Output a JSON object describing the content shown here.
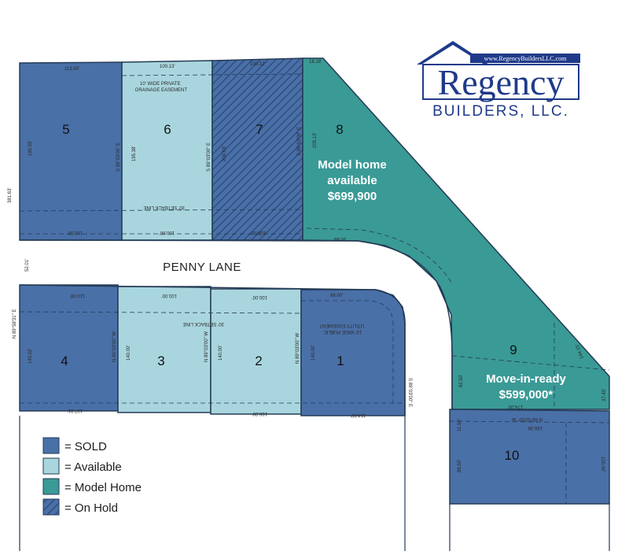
{
  "colors": {
    "sold": "#4a70a8",
    "available": "#a9d6de",
    "model_home": "#3a9a96",
    "on_hold": "#4a70a8",
    "line": "#243b55",
    "street": "#ffffff",
    "logo_blue": "#1f3a8a"
  },
  "logo": {
    "url": "www.RegencyBuildersLLC.com",
    "name": "Regency",
    "subtitle": "BUILDERS, LLC.",
    "icon": "house-roof-icon"
  },
  "street": {
    "name": "PENNY LANE"
  },
  "lots": [
    {
      "id": "5",
      "label": "5",
      "status": "sold"
    },
    {
      "id": "6",
      "label": "6",
      "status": "available"
    },
    {
      "id": "7",
      "label": "7",
      "status": "on_hold"
    },
    {
      "id": "8",
      "label": "8",
      "status": "model_home"
    },
    {
      "id": "4",
      "label": "4",
      "status": "sold"
    },
    {
      "id": "3",
      "label": "3",
      "status": "available"
    },
    {
      "id": "2",
      "label": "2",
      "status": "available"
    },
    {
      "id": "1",
      "label": "1",
      "status": "sold"
    },
    {
      "id": "9",
      "label": "9",
      "status": "model_home"
    },
    {
      "id": "10",
      "label": "10",
      "status": "sold"
    }
  ],
  "callouts": {
    "lot8": {
      "line1": "Model home",
      "line2": "available",
      "price": "$699,900"
    },
    "lot9": {
      "line1": "Move-in-ready",
      "price": "$599,000*"
    }
  },
  "survey_labels": {
    "l5_top": "113.50'",
    "l6_top": "100.13'",
    "l7_top": "100.13'",
    "l8_top": "18.18'",
    "easement": "10' WIDE PRIVATE",
    "easement2": "DRAINAGE EASEMENT",
    "left_total": "381.63'",
    "l5_side": "189.55'",
    "l6_bearing": "S 89°03'00\" E",
    "l6_side": "195.38'",
    "l7_bearing": "S 89°03'00\" E",
    "l7_side": "200.93'",
    "l8_bearing": "S 89°03'00\" E",
    "l8_side": "205.13'",
    "setback_top": "30' SETBACK LINE",
    "frontage_5": "110.00'",
    "frontage_6": "100.00'",
    "frontage_7": "100.00'",
    "frontage_8": "90.89'",
    "street_width": "52.01'",
    "south_bearing": "N 89°58'31\" E",
    "l4_front": "110.08'",
    "l3_front": "100.00'",
    "l2_front": "100.00'",
    "l1_front": "68.00'",
    "setback_bottom": "30' SETBACK LINE",
    "utility": "15' WIDE PUBLIC",
    "utility2": "UTILITY EASEMENT",
    "l4_side": "140.02'",
    "l3_bearing": "N 89°03'00\" W",
    "l3_side": "140.00'",
    "l2_bearing": "N 89°03'00\" W",
    "l2_side": "140.00'",
    "l1_bearing": "N 89°03'00\" W",
    "l1_side": "140.00'",
    "l1_east": "S 89°03'00\" E",
    "l4_rear": "107.91'",
    "l2_rear": "100.00'",
    "l1_rear": "114.00'",
    "l9_side": "82.50'",
    "l9_rear": "174.00'",
    "l9_diag": "144.15'",
    "l9_end": "37.45'",
    "l10_north": "N 89°03'00\" W",
    "l10_north_len": "169.36'",
    "l10_side1": "11.50'",
    "l10_side2": "88.50'",
    "l10_east": "100.00'"
  },
  "legend": [
    {
      "key": "sold",
      "label": "= SOLD"
    },
    {
      "key": "available",
      "label": "= Available"
    },
    {
      "key": "model_home",
      "label": "= Model Home"
    },
    {
      "key": "on_hold",
      "label": "= On Hold"
    }
  ]
}
